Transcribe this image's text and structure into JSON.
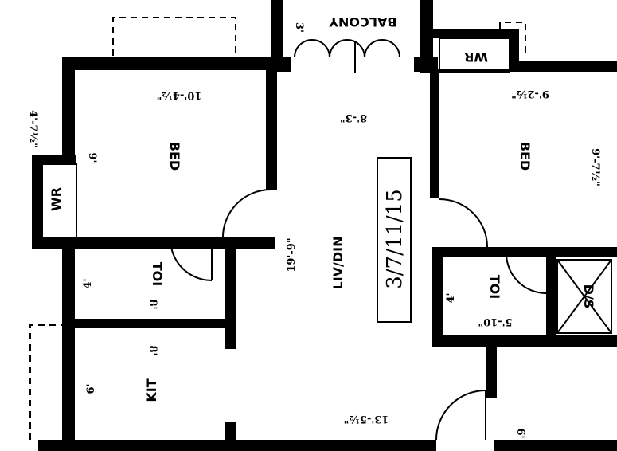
{
  "rooms": {
    "balcony": {
      "name": "BALCONY",
      "dim": "3'"
    },
    "bed_left": {
      "name": "BED",
      "dim_w": "10'-4½\"",
      "dim_h": "9'"
    },
    "bed_right": {
      "name": "BED",
      "dim_w": "9'-2½\"",
      "dim_h": "9'-7½\""
    },
    "wr_left": {
      "name": "WR",
      "dim": "4'-7½\""
    },
    "wr_right": {
      "name": "WR"
    },
    "liv_din": {
      "name": "LIV/DIN",
      "dim_top": "8'-3\"",
      "dim_len": "19'-9\"",
      "dim_bottom": "13'-5½\""
    },
    "toi_left": {
      "name": "TOI",
      "dim_a": "4'",
      "dim_b": "8'"
    },
    "toi_right": {
      "name": "TOI",
      "dim_a": "4'",
      "dim_b": "5'-10\""
    },
    "kit": {
      "name": "KIT",
      "dim_a": "6'",
      "dim_b": "8'"
    },
    "duct": {
      "name": "D/S"
    },
    "entry": {
      "dim": "6'"
    }
  },
  "unit_code": "3/7/11/15"
}
